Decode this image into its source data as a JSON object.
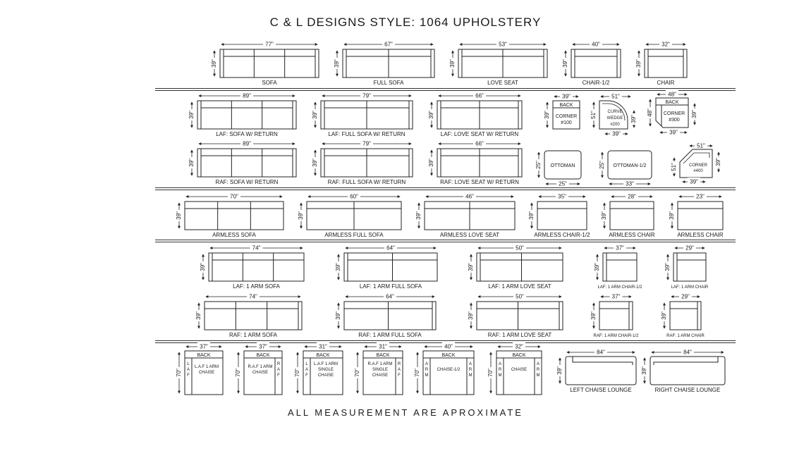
{
  "title": "C & L DESIGNS STYLE:  1064 UPHOLSTERY",
  "footer": "ALL MEASUREMENT ARE APROXIMATE",
  "depth_39": "39\"",
  "depth_70": "70\"",
  "pieces": {
    "sofa": {
      "label": "SOFA",
      "width": "77\""
    },
    "full_sofa": {
      "label": "FULL SOFA",
      "width": "67\""
    },
    "love_seat": {
      "label": "LOVE SEAT",
      "width": "53\""
    },
    "chair_half": {
      "label": "CHAIR-1/2",
      "width": "40\""
    },
    "chair": {
      "label": "CHAIR",
      "width": "32\""
    },
    "laf_sofa_return": {
      "label": "LAF: SOFA W/ RETURN",
      "width": "89\""
    },
    "laf_full_sofa_return": {
      "label": "LAF: FULL SOFA W/ RETURN",
      "width": "79\""
    },
    "laf_love_seat_return": {
      "label": "LAF: LOVE SEAT W/ RETURN",
      "width": "66\""
    },
    "raf_sofa_return": {
      "label": "RAF: SOFA W/ RETURN",
      "width": "89\""
    },
    "raf_full_sofa_return": {
      "label": "RAF: FULL SOFA W/ RETURN",
      "width": "79\""
    },
    "raf_love_seat_return": {
      "label": "RAF: LOVE SEAT W/ RETURN",
      "width": "66\""
    },
    "corner100": {
      "back": "BACK",
      "line1": "CORNER",
      "line2": "#100",
      "width": "39\"",
      "depth": "39\""
    },
    "curve_wedge": {
      "line1": "CURVE",
      "line2": "WEDGE",
      "line3": "#200",
      "top": "51\"",
      "left": "51\"",
      "right": "39\"",
      "bottom": "39\""
    },
    "corner300": {
      "back": "BACK",
      "line1": "CORNER",
      "line2": "#300",
      "top": "48\"",
      "left": "48\"",
      "right": "39\"",
      "bottom": "39\""
    },
    "ottoman": {
      "label": "OTTOMAN",
      "width": "25\"",
      "depth": "25\""
    },
    "ottoman_half": {
      "label": "OTTOMAN-1/2",
      "width": "33\"",
      "depth": "25\""
    },
    "corner400": {
      "line1": "CORNER",
      "line2": "#400",
      "top": "51\"",
      "left": "51\"",
      "right": "39\"",
      "bottom": "39\""
    },
    "armless_sofa": {
      "label": "ARMLESS SOFA",
      "width": "70\""
    },
    "armless_full_sofa": {
      "label": "ARMLESS FULL SOFA",
      "width": "60\""
    },
    "armless_love_seat": {
      "label": "ARMLESS LOVE SEAT",
      "width": "46\""
    },
    "armless_chair_half": {
      "label": "ARMLESS CHAIR-1/2",
      "width": "35\""
    },
    "armless_chair_28": {
      "label": "ARMLESS CHAIR",
      "width": "28\""
    },
    "armless_chair_23": {
      "label": "ARMLESS CHAIR",
      "width": "23\""
    },
    "laf_1arm_sofa": {
      "label": "LAF: 1 ARM SOFA",
      "width": "74\""
    },
    "laf_1arm_full_sofa": {
      "label": "LAF: 1 ARM FULL SOFA",
      "width": "64\""
    },
    "laf_1arm_love_seat": {
      "label": "LAF: 1 ARM LOVE SEAT",
      "width": "50\""
    },
    "laf_1arm_chair_half": {
      "label": "LAF: 1 ARM CHAIR-1/2",
      "width": "37\""
    },
    "laf_1arm_chair": {
      "label": "LAF: 1 ARM CHAIR",
      "width": "29\""
    },
    "raf_1arm_sofa": {
      "label": "RAF: 1 ARM SOFA",
      "width": "74\""
    },
    "raf_1arm_full_sofa": {
      "label": "RAF: 1 ARM FULL SOFA",
      "width": "64\""
    },
    "raf_1arm_love_seat": {
      "label": "RAF: 1 ARM LOVE SEAT",
      "width": "50\""
    },
    "raf_1arm_chair_half": {
      "label": "RAF: 1 ARM CHAIR-1/2",
      "width": "37\""
    },
    "raf_1arm_chair": {
      "label": "RAF: 1 ARM CHAIR",
      "width": "29\""
    },
    "laf_1arm_chaise": {
      "back": "BACK",
      "side": "LAF",
      "line1": "L.A.F 1 ARM",
      "line2": "CHAISE",
      "width": "37\""
    },
    "raf_1arm_chaise": {
      "back": "BACK",
      "side": "RAF",
      "line1": "R.A.F 1 ARM",
      "line2": "CHAISE",
      "width": "37\""
    },
    "laf_1arm_single_chaise": {
      "back": "BACK",
      "side": "LAF",
      "line1": "L.A.F 1 ARM",
      "line2": "SINGLE",
      "line3": "CHAISE",
      "width": "31\""
    },
    "raf_1arm_single_chaise": {
      "back": "BACK",
      "side": "RAF",
      "line1": "R.A.F 1 ARM",
      "line2": "SINGLE",
      "line3": "CHAISE",
      "width": "31\""
    },
    "chaise_half": {
      "back": "BACK",
      "side": "ARM",
      "line1": "CHAISE-1/2",
      "width": "40\""
    },
    "chaise": {
      "back": "BACK",
      "side": "ARM",
      "line1": "CHAISE",
      "width": "32\""
    },
    "left_chaise_lounge": {
      "label": "LEFT CHAISE LOUNGE",
      "width": "84\""
    },
    "right_chaise_lounge": {
      "label": "RIGHT CHAISE LOUNGE",
      "width": "84\""
    }
  }
}
